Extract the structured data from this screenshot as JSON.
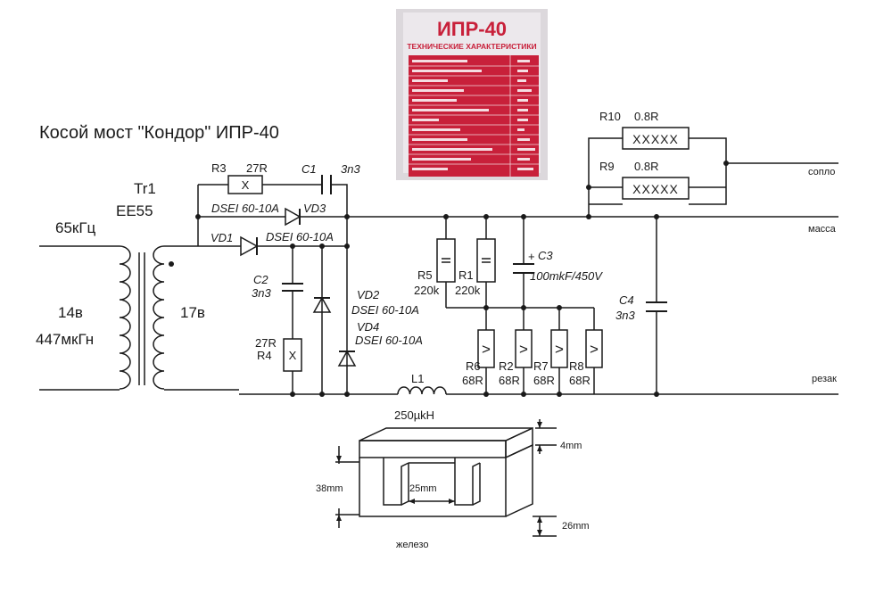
{
  "title": "Косой мост \"Кондор\"  ИПР-40",
  "transformer": {
    "name": "Tr1",
    "core": "EE55",
    "frequency": "65кГц",
    "primary_voltage": "14в",
    "primary_inductance": "447мкГн",
    "secondary_voltage": "17в"
  },
  "components": {
    "R3": {
      "name": "R3",
      "value": "27R"
    },
    "C1": {
      "name": "C1",
      "value": "3n3"
    },
    "VD3": {
      "name": "VD3",
      "part": "DSEI 60-10A"
    },
    "VD1": {
      "name": "VD1",
      "part": "DSEI 60-10A"
    },
    "C2": {
      "name": "C2",
      "value": "3n3"
    },
    "R4": {
      "name": "R4",
      "value": "27R"
    },
    "VD2": {
      "name": "VD2",
      "part": "DSEI 60-10A"
    },
    "VD4": {
      "name": "VD4",
      "part": "DSEI 60-10A"
    },
    "R5": {
      "name": "R5",
      "value": "220k"
    },
    "R1": {
      "name": "R1",
      "value": "220k"
    },
    "C3": {
      "name": "C3",
      "value": "100mkF/450V",
      "polarity": "+"
    },
    "C4": {
      "name": "C4",
      "value": "3n3"
    },
    "R10": {
      "name": "R10",
      "value": "0.8R",
      "marking": "XXXXX"
    },
    "R9": {
      "name": "R9",
      "value": "0.8R",
      "marking": "XXXXX"
    },
    "L1": {
      "name": "L1",
      "value": "250µkH"
    },
    "R6": {
      "name": "R6",
      "value": "68R"
    },
    "R2": {
      "name": "R2",
      "value": "68R"
    },
    "R7": {
      "name": "R7",
      "value": "68R"
    },
    "R8": {
      "name": "R8",
      "value": "68R"
    }
  },
  "outputs": {
    "nozzle": "сопло",
    "ground": "масса",
    "cutter": "резак"
  },
  "core_drawing": {
    "top_thickness": "4mm",
    "height": "38mm",
    "window_width": "25mm",
    "leg_height": "26mm",
    "material": "железо"
  },
  "photo": {
    "title": "ИПР-40",
    "subtitle": "ТЕХНИЧЕСКИЕ ХАРАКТЕРИСТИКИ"
  },
  "colors": {
    "photo_red": "#c8203a",
    "photo_background": "#e6e3e6",
    "ink": "#1a1a1a"
  }
}
